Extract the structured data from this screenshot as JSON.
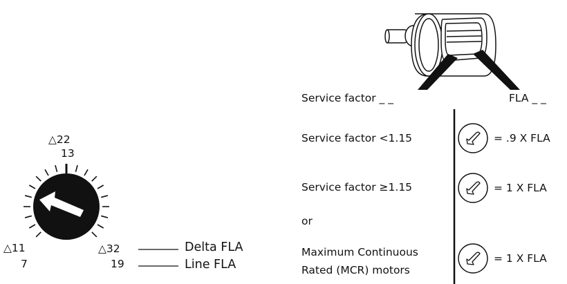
{
  "dial": {
    "top_delta": "22",
    "top_line": "13",
    "left_delta": "11",
    "left_line": "7",
    "right_delta": "32",
    "right_line": "19",
    "delta_symbol": "△"
  },
  "labels": {
    "delta_fla": "Delta FLA",
    "line_fla": "Line FLA"
  },
  "motor": {
    "service_factor_label": "Service factor _ _",
    "fla_label": "FLA _ _"
  },
  "rows": [
    {
      "condition": "Service factor <1.15",
      "result": "= .9 X FLA"
    },
    {
      "condition": "Service factor ≥1.15",
      "result": "= 1 X FLA"
    },
    {
      "condition": "or",
      "result": ""
    },
    {
      "condition": "Maximum Continuous",
      "condition2": "Rated (MCR) motors",
      "result": "= 1 X FLA"
    }
  ],
  "icon_names": [
    "rotary-dial-icon",
    "motor-icon",
    "adjust-dial-icon"
  ]
}
